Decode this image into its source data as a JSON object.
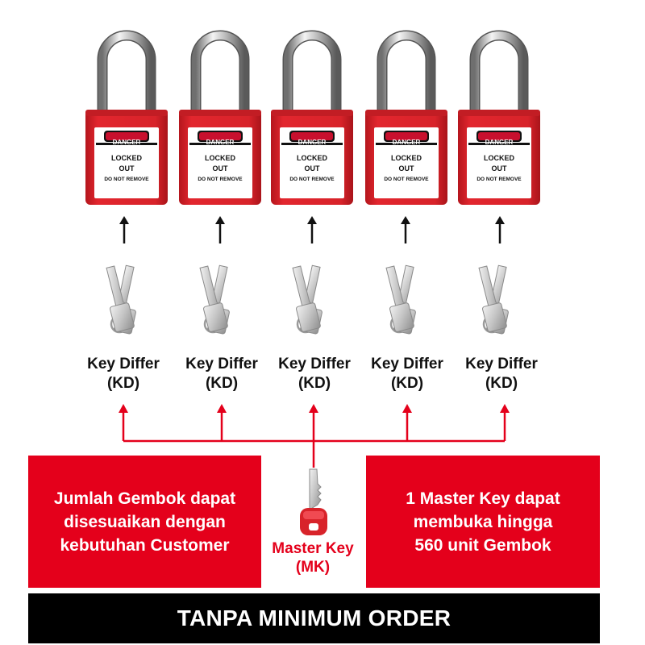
{
  "colors": {
    "accent_red": "#e4001b",
    "lock_red": "#d8232a",
    "banner_black": "#000000"
  },
  "locks": [
    {
      "tag_header": "DANGER",
      "tag_line1": "LOCKED",
      "tag_line2": "OUT",
      "tag_line3": "DO NOT REMOVE"
    },
    {
      "tag_header": "DANGER",
      "tag_line1": "LOCKED",
      "tag_line2": "OUT",
      "tag_line3": "DO NOT REMOVE"
    },
    {
      "tag_header": "DANGER",
      "tag_line1": "LOCKED",
      "tag_line2": "OUT",
      "tag_line3": "DO NOT REMOVE"
    },
    {
      "tag_header": "DANGER",
      "tag_line1": "LOCKED",
      "tag_line2": "OUT",
      "tag_line3": "DO NOT REMOVE"
    },
    {
      "tag_header": "DANGER",
      "tag_line1": "LOCKED",
      "tag_line2": "OUT",
      "tag_line3": "DO NOT REMOVE"
    }
  ],
  "keys": [
    {
      "line1": "Key Differ",
      "line2": "(KD)"
    },
    {
      "line1": "Key Differ",
      "line2": "(KD)"
    },
    {
      "line1": "Key Differ",
      "line2": "(KD)"
    },
    {
      "line1": "Key Differ",
      "line2": "(KD)"
    },
    {
      "line1": "Key Differ",
      "line2": "(KD)"
    }
  ],
  "left_box": {
    "lines": [
      "Jumlah Gembok dapat",
      "disesuaikan dengan",
      "kebutuhan Customer"
    ]
  },
  "right_box": {
    "lines": [
      "1 Master Key dapat",
      "membuka hingga",
      "560 unit Gembok"
    ]
  },
  "master_key": {
    "line1": "Master Key",
    "line2": "(MK)"
  },
  "banner": {
    "text": "TANPA MINIMUM ORDER"
  },
  "icons": [
    "padlock-icon",
    "key-pair-icon",
    "master-key-icon",
    "arrow-up-icon"
  ]
}
